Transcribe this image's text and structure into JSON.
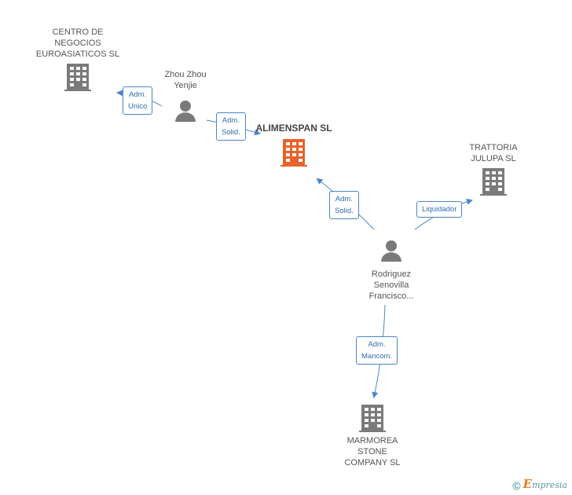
{
  "nodes": {
    "centro": {
      "label": "CENTRO DE\nNEGOCIOS\nEUROASIATICOS SL",
      "type": "company"
    },
    "zhou": {
      "label": "Zhou Zhou\nYenjie",
      "type": "person"
    },
    "alimenspan": {
      "label": "ALIMENSPAN SL",
      "type": "company-main"
    },
    "trattoria": {
      "label": "TRATTORIA\nJULUPA SL",
      "type": "company"
    },
    "rodriguez": {
      "label": "Rodriguez\nSenovilla\nFrancisco...",
      "type": "person"
    },
    "marmorea": {
      "label": "MARMOREA\nSTONE\nCOMPANY SL",
      "type": "company"
    }
  },
  "roles": {
    "adm_unico": "Adm.\nUnico",
    "adm_solid_1": "Adm.\nSolid.",
    "adm_solid_2": "Adm.\nSolid.",
    "liquidador": "Liquidador",
    "adm_mancom": "Adm.\nMancom."
  },
  "footer": {
    "copyright": "©",
    "brand_initial": "E",
    "brand_rest": "mpresia"
  },
  "colors": {
    "edge": "#4a86c8",
    "main_company": "#e8622c",
    "icon": "#7a7a7a"
  }
}
